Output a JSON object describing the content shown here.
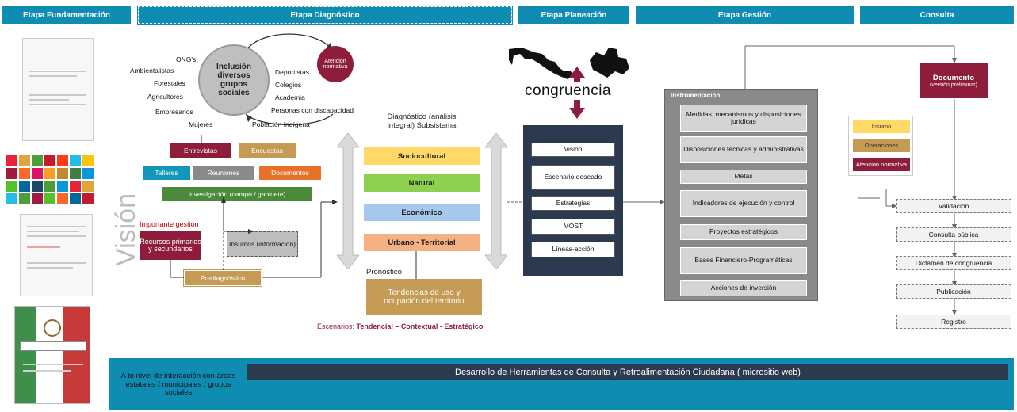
{
  "headers": {
    "fundamentacion": "Etapa Fundamentación",
    "diagnostico": "Etapa Diagnóstico",
    "planeacion": "Etapa Planeación",
    "gestion": "Etapa Gestión",
    "consulta": "Consulta"
  },
  "vision_label": "Visión",
  "inclusion": {
    "circle_text": "Inclusión diversos grupos sociales",
    "atencion_text": "Atención normativa",
    "left_groups": [
      "ONG's",
      "Ambientalistas",
      "Forestales",
      "Agricultores",
      "Empresarios",
      "Mujeres"
    ],
    "right_groups": [
      "Deportistas",
      "Colegios",
      "Academia",
      "Personas con discapacidad",
      "Población Indígena"
    ]
  },
  "methods": {
    "entrevistas": "Entrevistas",
    "encuestas": "Encuestas",
    "talleres": "Talleres",
    "reuniones": "Reuniones",
    "documentos": "Documentos",
    "investigacion": "Investigación (campo / gabinete)",
    "importante": "Importante gestión",
    "recursos_primarios": "Recursos primarios y secundarios",
    "insumos": "Insumos (información)",
    "prediagnostico": "Prediagnóstico"
  },
  "diagnostico": {
    "title": "Diagnóstico (análisis integral) Subsistema",
    "subsystems": [
      "Sociocultural",
      "Natural",
      "Económico",
      "Urbano - Territorial"
    ],
    "pronostico": "Pronóstico",
    "tendencias": "Tendencias de uso y ocupación del territorio",
    "escenarios_label": "Escenarios:",
    "escenarios_values": "Tendencial – Contextual - Estratégico"
  },
  "planeacion": {
    "congruencia": "congruencia",
    "items": [
      "Visión",
      "Escenario deseado",
      "Estrategias",
      "MOST",
      "Líneas-acción"
    ]
  },
  "gestion": {
    "panel_title": "Instrumentación",
    "items": [
      "Medidas, mecanismos y disposiciones jurídicas",
      "Disposiciones técnicas y administrativas",
      "Metas",
      "Indicadores de ejecución y control",
      "Proyectos estratégicos",
      "Bases Financiero-Programáticas",
      "Acciones de inversión"
    ]
  },
  "consulta": {
    "documento": "Documento",
    "documento_sub": "(versión preliminar)",
    "legend": [
      "Insumo",
      "Operaciones",
      "Atención normativa"
    ],
    "steps": [
      "Validación",
      "Consulta pública",
      "Dictamen de congruencia",
      "Publicación",
      "Registro"
    ]
  },
  "bottom": {
    "left_text": "A to nivel de interacción con áreas estatales / municipales / grupos sociales",
    "banner": "Desarrollo de Herramientas de Consulta y Retroalimentación Ciudadana ( micrositio web)"
  },
  "colors": {
    "header": "#0f8cb2",
    "maroon": "#8e1d3c",
    "tan": "#c49a55",
    "teal": "#1297b8",
    "gray": "#8a8a8a",
    "orange": "#e8712a",
    "green": "#4a8a3a",
    "navy": "#2b3a4f",
    "yellow": "#ffd966",
    "lightgreen": "#8ed14f",
    "lightblue": "#a5c8ec",
    "salmon": "#f4b183"
  },
  "icons": [
    "mexico-map-icon",
    "state-map-icon",
    "double-arrow-icon"
  ]
}
